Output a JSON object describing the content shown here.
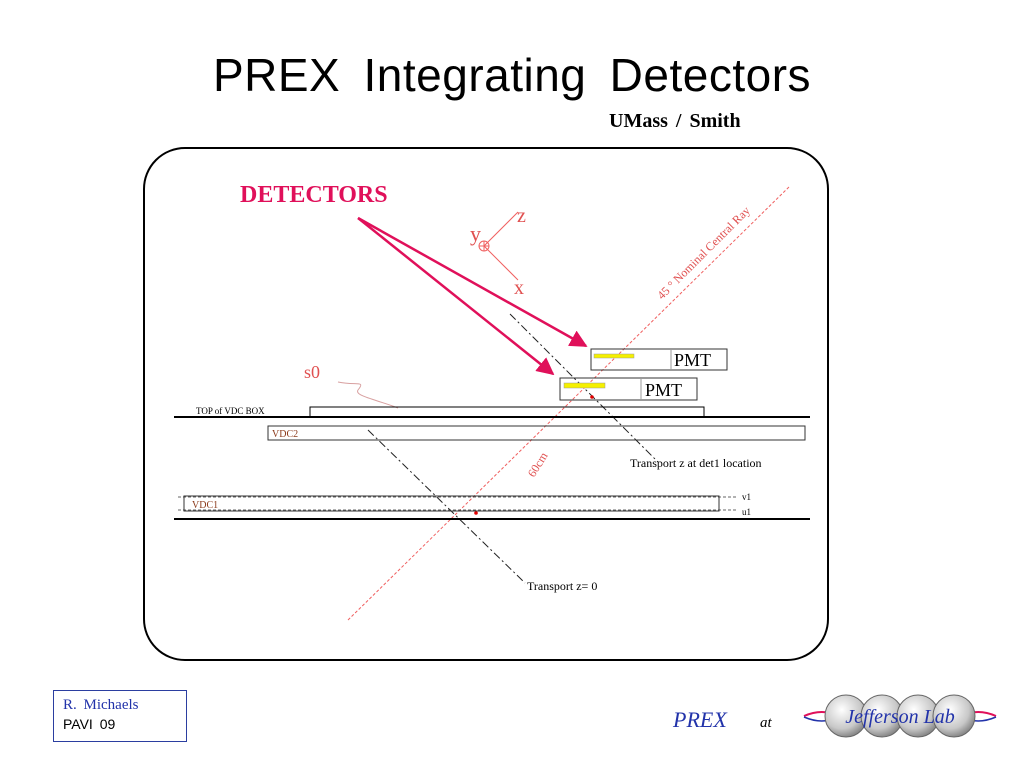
{
  "slide": {
    "title": "PREX  Integrating  Detectors",
    "subtitle": "UMass /  Smith"
  },
  "diagram": {
    "detectors_label": "DETECTORS",
    "axis_y": "y",
    "axis_z": "z",
    "axis_x": "x",
    "ray_label": "45 °    Nominal Central Ray",
    "pmt_upper": "PMT",
    "pmt_lower": "PMT",
    "s0_label": "s0",
    "top_vdc_label": "TOP of VDC BOX",
    "vdc2_label": "VDC2",
    "vdc1_label": "VDC1",
    "distance_label": "60cm",
    "transport_det1": "Transport z at det1 location",
    "transport_zero": "Transport z= 0",
    "v1_label": "v1",
    "u1_label": "u1",
    "colors": {
      "detectors": "#e0105a",
      "arrow": "#e0105a",
      "ray": "#f06060",
      "vdc_text": "#8b3a1a",
      "scintillator": "#f5f000"
    }
  },
  "footer": {
    "author": "R.  Michaels",
    "event": "PAVI  09",
    "prex": "PREX",
    "at": "at",
    "logo_text": "Jefferson Lab"
  }
}
